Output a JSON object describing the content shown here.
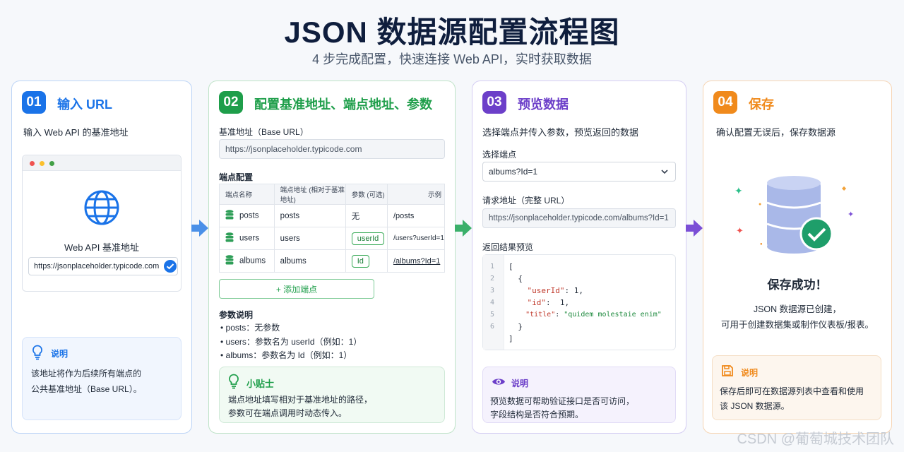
{
  "header": {
    "title": "JSON 数据源配置流程图",
    "subtitle": "4 步完成配置，快速连接 Web API，实时获取数据"
  },
  "colors": {
    "step1": "#1a73e8",
    "step2": "#1e9e4a",
    "step3": "#6c3fc9",
    "step4": "#f08a1c"
  },
  "step1": {
    "num": "01",
    "title": "输入 URL",
    "desc": "输入 Web API 的基准地址",
    "browser_label": "Web API 基准地址",
    "url_value": "https://jsonplaceholder.typicode.com",
    "note_title": "说明",
    "note_line1": "该地址将作为后续所有端点的",
    "note_line2": "公共基准地址（Base URL）。"
  },
  "step2": {
    "num": "02",
    "title": "配置基准地址、端点地址、参数",
    "base_label": "基准地址（Base URL）",
    "base_value": "https://jsonplaceholder.typicode.com",
    "endpoints_label": "端点配置",
    "columns": [
      "端点名称",
      "端点地址 (相对于基准地址)",
      "参数 (可选)",
      "示例"
    ],
    "rows": [
      {
        "name": "posts",
        "path": "posts",
        "param": "无",
        "example": "/posts"
      },
      {
        "name": "users",
        "path": "users",
        "param": "userId",
        "example": "/users?userId=1"
      },
      {
        "name": "albums",
        "path": "albums",
        "param": "Id",
        "example": "/albums?Id=1"
      }
    ],
    "add_button": "+ 添加端点",
    "params_title": "参数说明",
    "params": [
      "posts：无参数",
      "users：参数名为 userId（例如：1）",
      "albums：参数名为 Id（例如：1）"
    ],
    "tip_title": "小贴士",
    "tip_line1": "端点地址填写相对于基准地址的路径，",
    "tip_line2": "参数可在端点调用时动态传入。"
  },
  "step3": {
    "num": "03",
    "title": "预览数据",
    "desc": "选择端点并传入参数，预览返回的数据",
    "select_label": "选择端点",
    "select_value": "albums?Id=1",
    "req_label": "请求地址（完整 URL）",
    "req_value": "https://jsonplaceholder.typicode.com/albums?Id=1",
    "preview_label": "返回结果预览",
    "code": {
      "l1": "[",
      "l2": "  {",
      "l3k": "    \"userId\"",
      "l3v": ": 1,",
      "l4k": "    \"id\"",
      "l4v": ":  1,",
      "l5k": "    \"title\"",
      "l5s": "\"quidem molestaie enim\"",
      "l6": "  }",
      "l7": "]"
    },
    "line_numbers": [
      "1",
      "2",
      "3",
      "4",
      "5",
      "6"
    ],
    "note_title": "说明",
    "note_line1": "预览数据可帮助验证接口是否可访问，",
    "note_line2": "字段结构是否符合预期。"
  },
  "step4": {
    "num": "04",
    "title": "保存",
    "desc": "确认配置无误后，保存数据源",
    "success": "保存成功！",
    "line1": "JSON 数据源已创建，",
    "line2": "可用于创建数据集或制作仪表板/报表。",
    "note_title": "说明",
    "note_line1": "保存后即可在数据源列表中查看和使用",
    "note_line2": "该 JSON 数据源。"
  },
  "watermark": "CSDN @葡萄城技术团队"
}
